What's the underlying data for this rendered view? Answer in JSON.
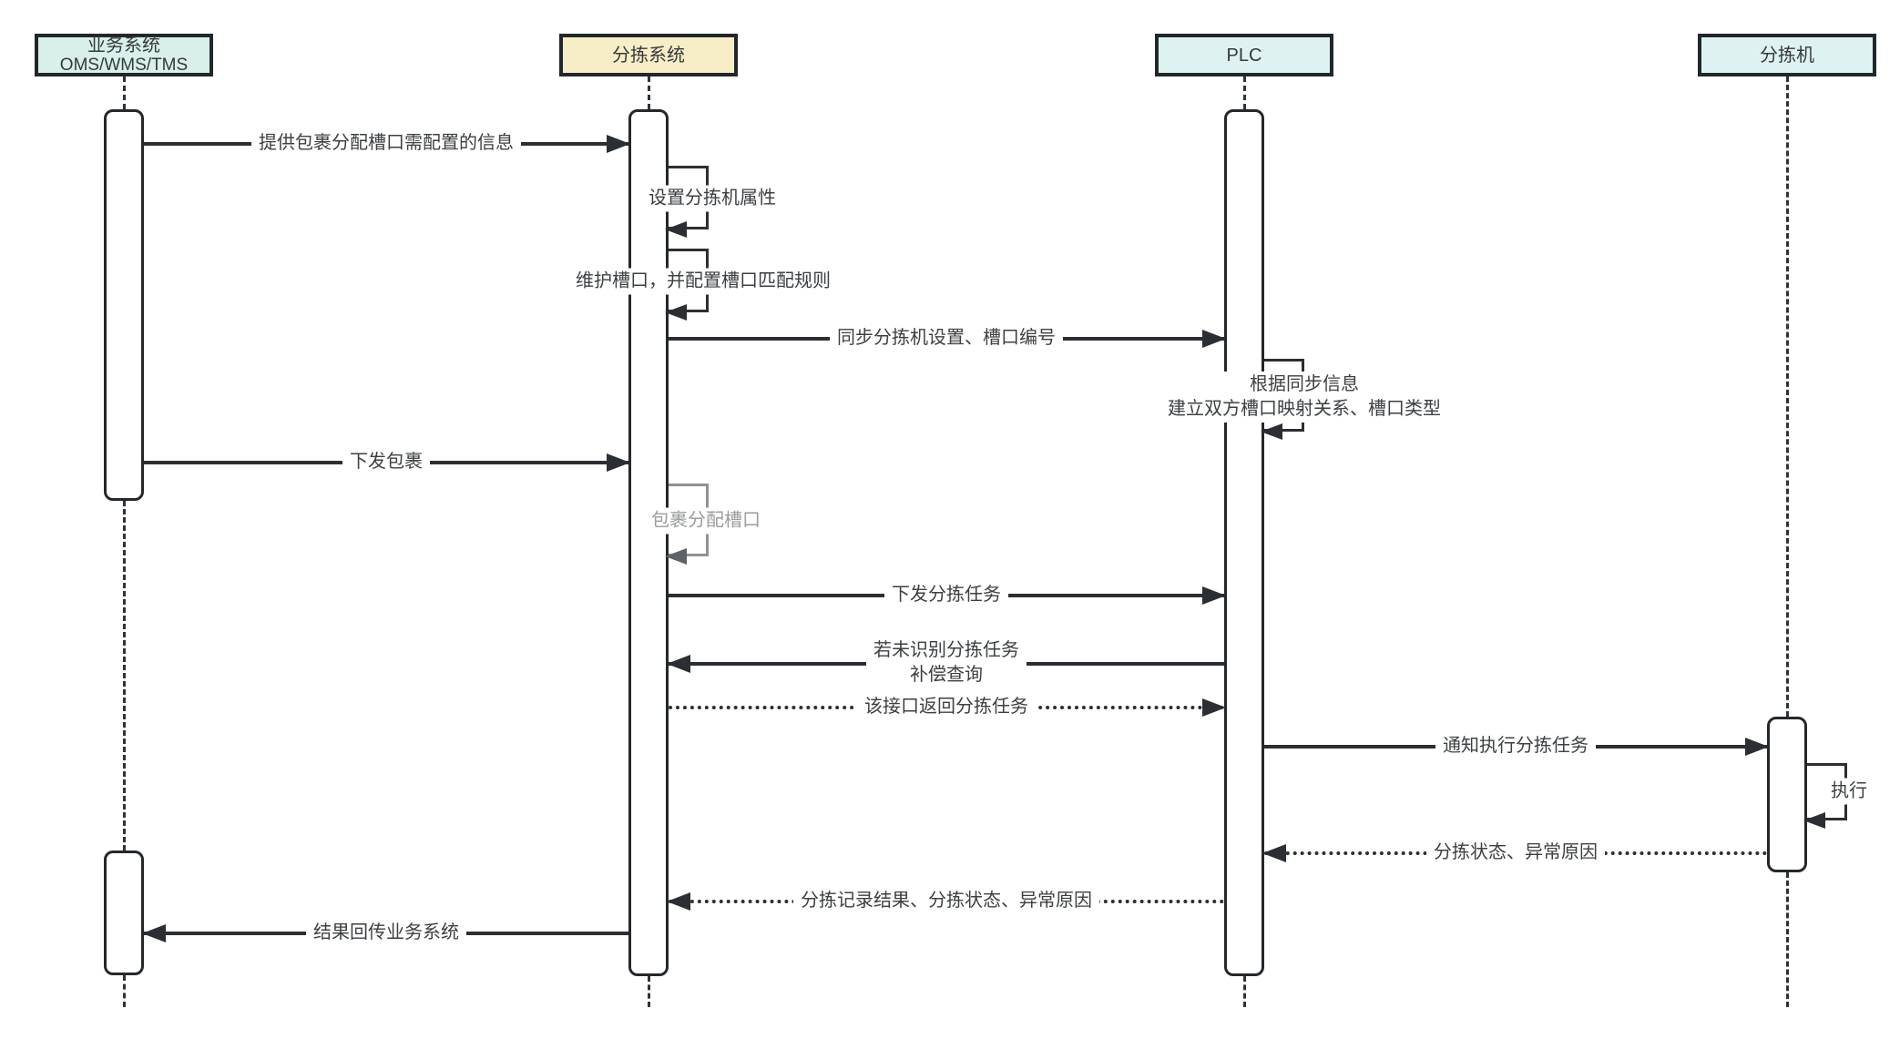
{
  "diagram": {
    "type": "sequence-diagram",
    "background": "#ffffff",
    "line_color": "#2b2f33",
    "muted_color": "#9a9c9e",
    "actors": [
      {
        "id": "business-system",
        "label": "业务系统",
        "sublabel": "OMS/WMS/TMS",
        "fill": "#d9f0ea"
      },
      {
        "id": "sorting-system",
        "label": "分拣系统",
        "fill": "#f7eec7"
      },
      {
        "id": "plc",
        "label": "PLC",
        "fill": "#def2f2"
      },
      {
        "id": "sorter",
        "label": "分拣机",
        "fill": "#def2f2"
      }
    ],
    "messages": [
      {
        "id": "m1",
        "from": "业务系统",
        "to": "分拣系统",
        "line": "solid",
        "label": "提供包裹分配槽口需配置的信息"
      },
      {
        "id": "m2",
        "kind": "self",
        "actor": "分拣系统",
        "line": "solid",
        "label": "设置分拣机属性"
      },
      {
        "id": "m3",
        "kind": "self",
        "actor": "分拣系统",
        "line": "solid",
        "label": "维护槽口，并配置槽口匹配规则"
      },
      {
        "id": "m4",
        "from": "分拣系统",
        "to": "PLC",
        "line": "solid",
        "label": "同步分拣机设置、槽口编号"
      },
      {
        "id": "m5",
        "kind": "self",
        "actor": "PLC",
        "line": "solid",
        "label": "根据同步信息",
        "label2": "建立双方槽口映射关系、槽口类型"
      },
      {
        "id": "m6",
        "from": "业务系统",
        "to": "分拣系统",
        "line": "solid",
        "label": "下发包裹"
      },
      {
        "id": "m7",
        "kind": "self",
        "actor": "分拣系统",
        "line": "solid",
        "muted": true,
        "label": "包裹分配槽口"
      },
      {
        "id": "m8",
        "from": "分拣系统",
        "to": "PLC",
        "line": "solid",
        "label": "下发分拣任务"
      },
      {
        "id": "m9",
        "from": "PLC",
        "to": "分拣系统",
        "line": "solid",
        "label": "若未识别分拣任务",
        "label2": "补偿查询"
      },
      {
        "id": "m10",
        "from": "分拣系统",
        "to": "PLC",
        "line": "dotted",
        "label": "该接口返回分拣任务"
      },
      {
        "id": "m11",
        "from": "PLC",
        "to": "分拣机",
        "line": "solid",
        "label": "通知执行分拣任务"
      },
      {
        "id": "m12",
        "kind": "self",
        "actor": "分拣机",
        "line": "solid",
        "label": "执行"
      },
      {
        "id": "m13",
        "from": "分拣机",
        "to": "PLC",
        "line": "dotted",
        "label": "分拣状态、异常原因"
      },
      {
        "id": "m14",
        "from": "PLC",
        "to": "分拣系统",
        "line": "dotted",
        "label": "分拣记录结果、分拣状态、异常原因"
      },
      {
        "id": "m15",
        "from": "分拣系统",
        "to": "业务系统",
        "line": "solid",
        "label": "结果回传业务系统"
      }
    ]
  }
}
